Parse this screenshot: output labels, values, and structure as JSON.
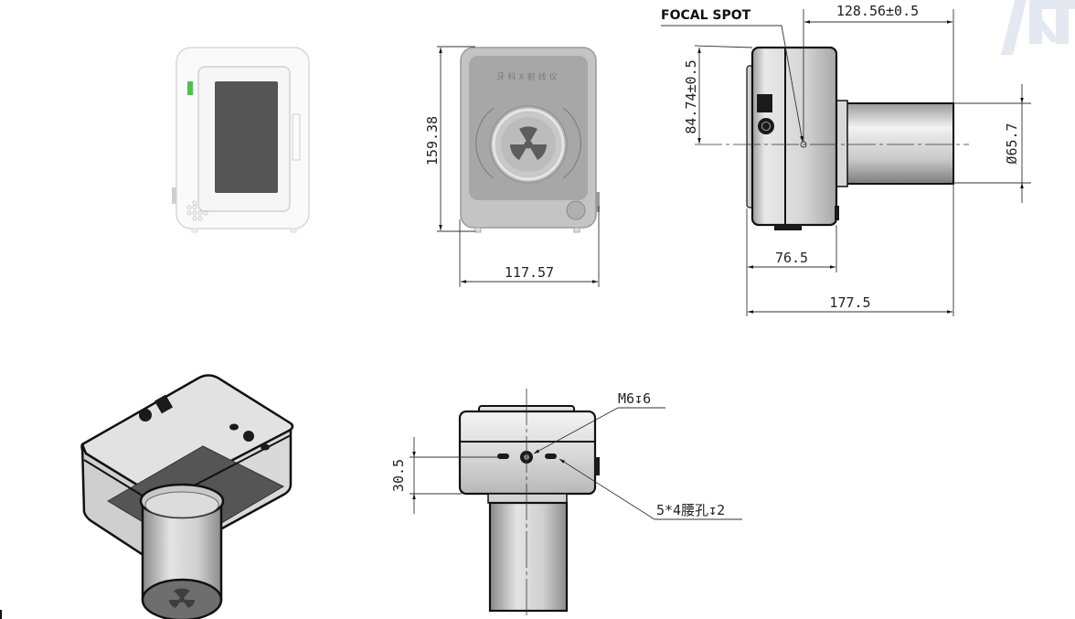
{
  "drawing": {
    "subject": "Dental X-ray unit",
    "views": {
      "front_perspective": {
        "name": "front-perspective-view"
      },
      "rear_view": {
        "device_label": "牙科X射线仪",
        "dimensions": {
          "height": "159.38",
          "width": "117.57"
        }
      },
      "side_view": {
        "focal_spot_label": "FOCAL SPOT",
        "dimensions": {
          "focal_to_cone_end": "128.56±0.5",
          "focal_height": "84.74±0.5",
          "cone_diameter": "Ø65.7",
          "body_depth": "76.5",
          "overall_length": "177.5"
        }
      },
      "isometric_view": {
        "name": "isometric-view"
      },
      "bottom_view": {
        "dimensions": {
          "hole_height": "30.5"
        },
        "callouts": {
          "thread_hole": "M6↧6",
          "slot_holes": "5*4腰孔↧2"
        }
      }
    },
    "colors": {
      "body_light": "#e6e6e6",
      "body_mid": "#bdbdbd",
      "panel_dark": "#8c8c8c",
      "screen": "#555555",
      "indicator_green": "#4cc24c",
      "watermark": "#dde3ee"
    }
  }
}
